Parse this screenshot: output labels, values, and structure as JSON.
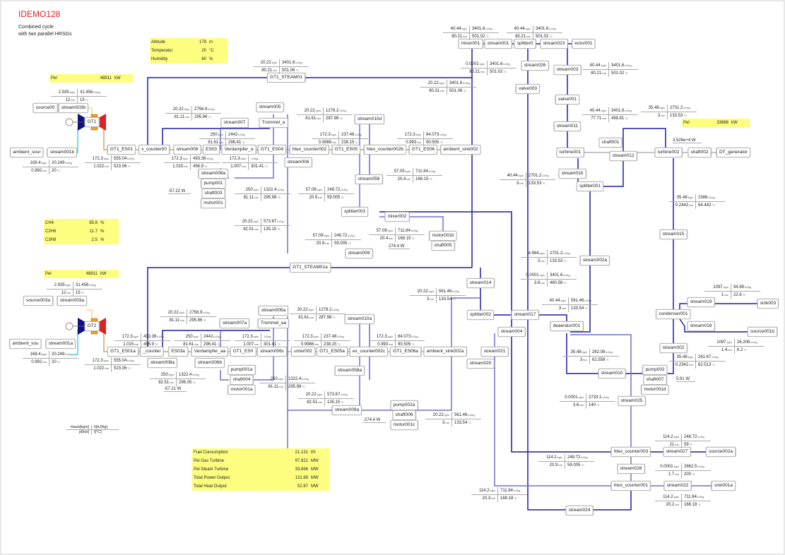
{
  "header": {
    "title": "IDEMO128",
    "subtitle_lines": [
      "Combined cycle",
      "with two parallel HRSGs"
    ]
  },
  "ambient": [
    {
      "label": "Altitude",
      "value": "178",
      "unit": "m"
    },
    {
      "label": "Temperatur",
      "value": "20",
      "unit": "°C"
    },
    {
      "label": "Humidity",
      "value": "60",
      "unit": "%"
    }
  ],
  "pel_boxes": [
    {
      "label": "Pel",
      "value": "48911",
      "unit": "kW"
    },
    {
      "label": "Pel",
      "value": "48911",
      "unit": "kW"
    },
    {
      "label": "Pel",
      "value": "33866",
      "unit": "kW"
    }
  ],
  "fuel_composition": [
    {
      "label": "CH4",
      "value": "85.8",
      "unit": "%"
    },
    {
      "label": "C2H6",
      "value": "11.7",
      "unit": "%"
    },
    {
      "label": "C3H8",
      "value": "2.5",
      "unit": "%"
    }
  ],
  "summary": [
    {
      "label": "Fuel Consumption",
      "value": "21.131",
      "unit": "t/h"
    },
    {
      "label": "Pel Gas Turbine",
      "value": "97.821",
      "unit": "MW"
    },
    {
      "label": "Pel Steam Turbine",
      "value": "33.866",
      "unit": "MW"
    },
    {
      "label": "Total Power Output",
      "value": "131.69",
      "unit": "MW"
    },
    {
      "label": "Total Heat Output",
      "value": "52.87",
      "unit": "MW"
    }
  ],
  "legend": {
    "mass": "mass[kg/s]",
    "h": "h[kJ/kg]",
    "p": "p[bar]",
    "t": "t[°C]"
  },
  "units": {
    "m": "kg/s",
    "h": "kJ/kg",
    "p": "bar",
    "t": "°C"
  },
  "gas_turbines": [
    "GT1",
    "GT2"
  ],
  "components": [
    "source00",
    "stream003b",
    "ambient_sour",
    "stream001b",
    "GT1_ES01",
    "x_counter00",
    "stream008",
    "ES03",
    "Verdampfer_a",
    "GT1_ES04",
    "stream006",
    "htex_counter002",
    "GT1_ES05",
    "htex_counter002b",
    "GT1_ES06",
    "ambient_sink002",
    "stream005",
    "stream007",
    "Trommel_a",
    "stream006a",
    "pump001",
    "shaft003",
    "motor001",
    "stream010d",
    "stream058",
    "splitter003",
    "mixer002",
    "stream009",
    "motor001b",
    "shaft005",
    "GT1_STEAM01",
    "GT1_STEAM01a",
    "mixer001",
    "stream001",
    "splitter0",
    "stream023",
    "ector001",
    "stream026",
    "valve003",
    "stream003",
    "valve001",
    "stream011",
    "turbine001",
    "shaft001",
    "stream012",
    "turbine002",
    "shaft002",
    "DT_generator",
    "stream016",
    "splitter001",
    "stream015",
    "stream002a",
    "stream014",
    "splitter002",
    "stream017",
    "stream004",
    "deaerator001",
    "condenser001",
    "stream019",
    "sink003",
    "stream018",
    "source001b",
    "stream002",
    "stream010",
    "pump002",
    "shaft007",
    "motor001d",
    "stream021",
    "stream020",
    "stream025",
    "source003a",
    "stream003a",
    "ambient_sou",
    "stream001a",
    "GT1_ES01a",
    "_counter",
    "stream008a",
    "ES03a",
    "Verdampfer_aa",
    "GT1_ES0",
    "stream006c",
    "unter002",
    "GT1_ES05a",
    "ex_counter002c",
    "GT1_ES06a",
    "ambient_sink002a",
    "stream005a",
    "stream007a",
    "Trommel_aa",
    "stream006b",
    "pump001a",
    "shaft004",
    "motor001a",
    "stream010a",
    "stream058a",
    "stream009a",
    "pump002a",
    "shaft006",
    "motor001c",
    "htex_counter003",
    "stream027",
    "source002a",
    "stream028",
    "htex_counter001",
    "stream022",
    "sink001a",
    "stream024"
  ],
  "streams": [
    {
      "m": "2.935",
      "h": "31.456",
      "p": "12",
      "t": "15"
    },
    {
      "m": "168.4",
      "h": "20.249",
      "p": "0.992",
      "t": "20"
    },
    {
      "m": "172.3",
      "h": "555.04",
      "p": "1.022",
      "t": "523.06"
    },
    {
      "m": "20.22",
      "h": "2756.9",
      "p": "81.11",
      "t": "295.96"
    },
    {
      "m": "172.3",
      "h": "493.38",
      "p": "1.015",
      "t": "456.9"
    },
    {
      "m": "250",
      "h": "2442",
      "p": "81.61",
      "t": "296.41"
    },
    {
      "m": "172.3",
      "h": "",
      "p": "1.007",
      "t": "301.41"
    },
    {
      "m": "20.22",
      "h": "1278.2",
      "p": "81.61",
      "t": "287.98"
    },
    {
      "m": "172.3",
      "h": "237.48",
      "p": "0.9986",
      "t": "238.15"
    },
    {
      "m": "172.3",
      "h": "84.073",
      "p": "0.993",
      "t": "90.505"
    },
    {
      "m": "250",
      "h": "1322.4",
      "p": "81.11",
      "t": "295.98"
    },
    {
      "m": "57.08",
      "h": "248.72",
      "p": "20.9",
      "t": "59.005"
    },
    {
      "m": "57.05",
      "h": "711.84",
      "p": "20.4",
      "t": "168.15"
    },
    {
      "m": "20.22",
      "h": "573.67",
      "p": "82.51",
      "t": "135.15"
    },
    {
      "m": "57.08",
      "h": "248.72",
      "p": "20.9",
      "t": "59.005"
    },
    {
      "m": "57.08",
      "h": "711.84",
      "p": "20.4",
      "t": "168.15"
    },
    {
      "m": "20.22",
      "h": "3401.6",
      "p": "80.21",
      "t": "501.06"
    },
    {
      "m": "20.22",
      "h": "3401.6",
      "p": "80.31",
      "t": "501.06"
    },
    {
      "m": "40.44",
      "h": "3401.6",
      "p": "80.21",
      "t": "501.02"
    },
    {
      "m": "40.44",
      "h": "3401.6",
      "p": "80.21",
      "t": "501.02"
    },
    {
      "m": "0.0001",
      "h": "3401.6",
      "p": "80.21",
      "t": "501.02"
    },
    {
      "m": "40.44",
      "h": "3401.6",
      "p": "80.21",
      "t": "501.02"
    },
    {
      "m": "40.44",
      "h": "3401.6",
      "p": "77.71",
      "t": "499.81"
    },
    {
      "m": "35.48",
      "h": "2701.2",
      "p": "3",
      "t": "133.53"
    },
    {
      "m": "40.44",
      "h": "2701.2",
      "p": "3",
      "t": "133.53"
    },
    {
      "m": "35.48",
      "h": "2386",
      "p": "0.2442",
      "t": "64.442"
    },
    {
      "m": "4.964",
      "h": "2701.2",
      "p": "3",
      "t": "133.53"
    },
    {
      "m": "0.0001",
      "h": "3401.6",
      "p": "3.8",
      "t": "460.58"
    },
    {
      "m": "40.44",
      "h": "561.46",
      "p": "3",
      "t": "133.54"
    },
    {
      "m": "20.22",
      "h": "561.46",
      "p": "3",
      "t": "133.54"
    },
    {
      "m": "1097",
      "h": "94.89",
      "p": "1",
      "t": "22.6"
    },
    {
      "m": "1097",
      "h": "26.206",
      "p": "1.4",
      "t": "6.2"
    },
    {
      "m": "35.48",
      "h": "262.08",
      "p": "3",
      "t": "62.558"
    },
    {
      "m": "35.48",
      "h": "261.67",
      "p": "0.2342",
      "t": "62.513"
    },
    {
      "m": "0.0001",
      "h": "2733.1",
      "p": "3.6",
      "t": "140"
    },
    {
      "m": "114.2",
      "h": "248.72",
      "p": "21",
      "t": "59"
    },
    {
      "m": "114.2",
      "h": "248.72",
      "p": "20.9",
      "t": "59.005"
    },
    {
      "m": "0.0001",
      "h": "2862.5",
      "p": "1.7",
      "t": "200"
    },
    {
      "m": "114.2",
      "h": "711.84",
      "p": "20.3",
      "t": "168.18"
    },
    {
      "m": "114.2",
      "h": "711.84",
      "p": "20.2",
      "t": "168.18"
    },
    {
      "m": "20.22",
      "h": "561.46",
      "p": "3",
      "t": "133.54"
    },
    {
      "m": "2.935",
      "h": "31.456",
      "p": "12",
      "t": "15"
    },
    {
      "m": "168.4",
      "h": "20.249",
      "p": "0.992",
      "t": "20"
    },
    {
      "m": "172.3",
      "h": "555.04",
      "p": "1.022",
      "t": "523.06"
    },
    {
      "m": "20.22",
      "h": "2756.9",
      "p": "81.11",
      "t": "295.96"
    },
    {
      "m": "172.3",
      "h": "493.38",
      "p": "1.015",
      "t": "456.9"
    },
    {
      "m": "250",
      "h": "1322.4",
      "p": "82.51",
      "t": "296.05"
    },
    {
      "m": "250",
      "h": "2442",
      "p": "81.61",
      "t": "296.41"
    },
    {
      "m": "172.3",
      "h": "",
      "p": "1.007",
      "t": "301.41"
    },
    {
      "m": "20.22",
      "h": "1278.2",
      "p": "81.61",
      "t": "287.98"
    },
    {
      "m": "172.3",
      "h": "237.48",
      "p": "0.9986",
      "t": "238.15"
    },
    {
      "m": "172.3",
      "h": "84.073",
      "p": "0.993",
      "t": "90.505"
    },
    {
      "m": "250",
      "h": "1322.4",
      "p": "81.11",
      "t": "295.98"
    },
    {
      "m": "20.22",
      "h": "573.67",
      "p": "82.51",
      "t": "135.15"
    }
  ],
  "power_labels": [
    "-57.22 W",
    "274.4 W",
    "3.526e+4 W",
    "-57.21 W",
    "-274.4 W",
    "5.91 W"
  ],
  "colors": {
    "steam_hp": "#1c1caa",
    "water": "#7070d0",
    "flue_gas": "#d9a05c",
    "fuel": "#40d4f4",
    "shaft": "#888888",
    "title": "#e32020",
    "info_box": "#fdfd80"
  }
}
